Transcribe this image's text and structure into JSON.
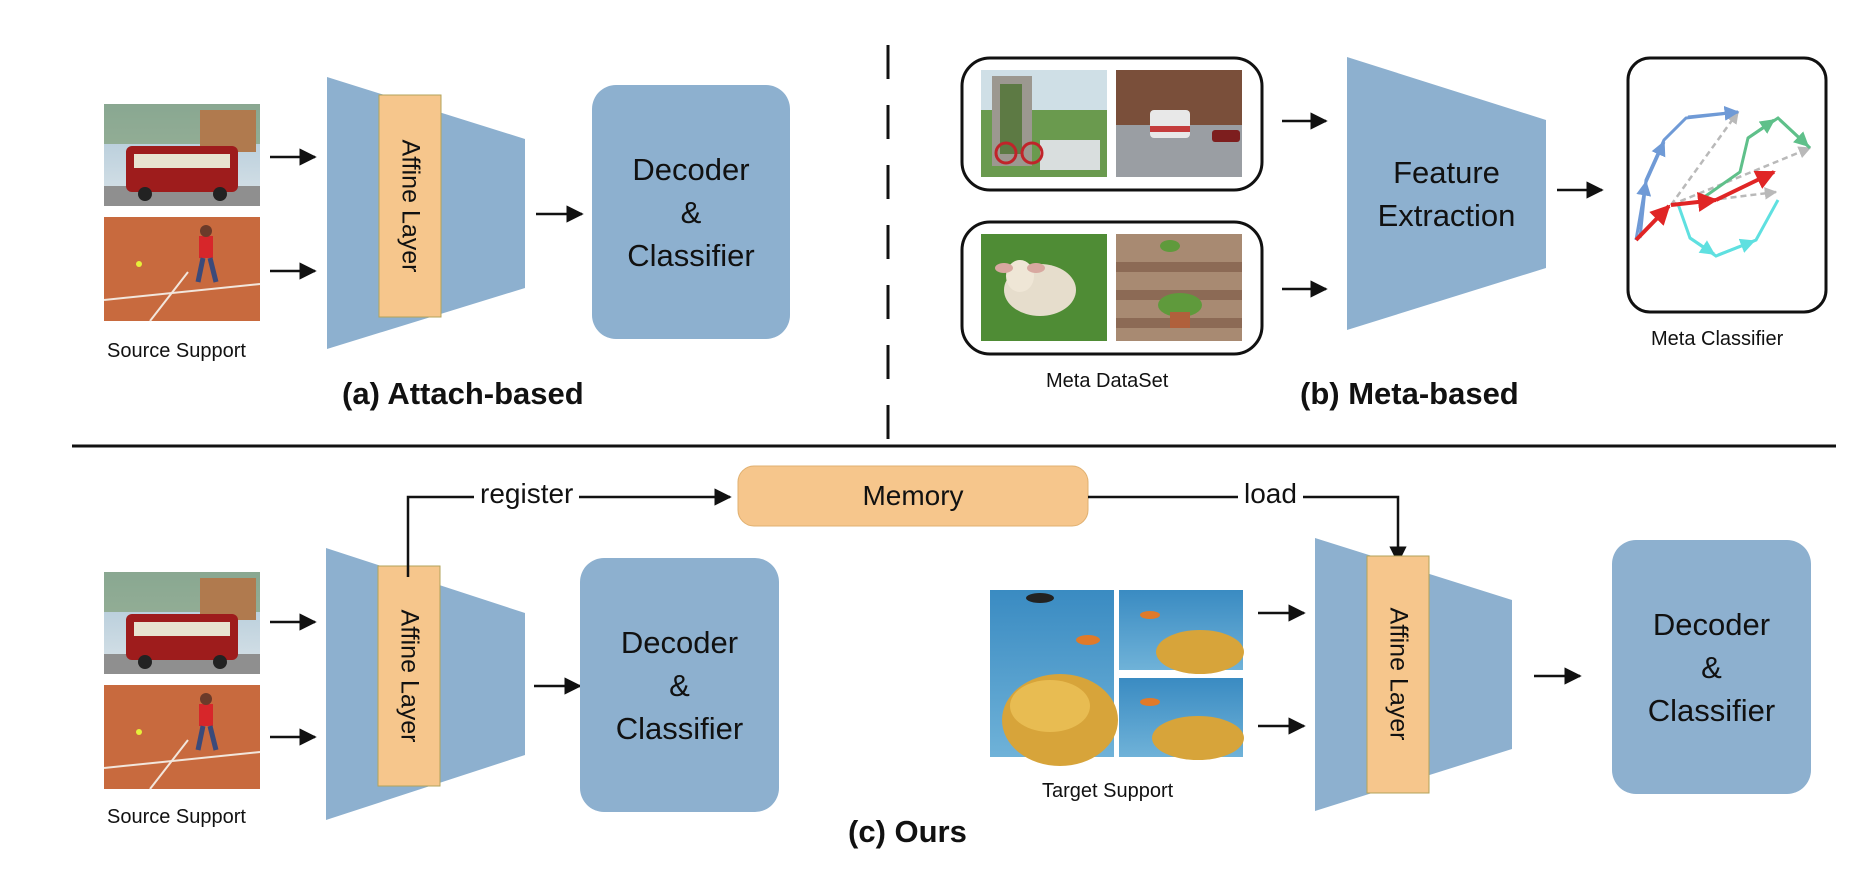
{
  "panel_a": {
    "title": "(a) Attach-based",
    "source_caption": "Source Support",
    "affine_label": "Affine Layer",
    "decoder_line1": "Decoder",
    "decoder_line2": "&",
    "decoder_line3": "Classifier"
  },
  "panel_b": {
    "title": "(b) Meta-based",
    "dataset_caption": "Meta DataSet",
    "feature_line1": "Feature",
    "feature_line2": "Extraction",
    "classifier_caption": "Meta Classifier"
  },
  "panel_c": {
    "title": "(c) Ours",
    "source_caption": "Source Support",
    "target_caption": "Target Support",
    "affine_label_left": "Affine Layer",
    "affine_label_right": "Affine Layer",
    "memory_label": "Memory",
    "register_label": "register",
    "load_label": "load",
    "decoder_left_line1": "Decoder",
    "decoder_left_line2": "&",
    "decoder_left_line3": "Classifier",
    "decoder_right_line1": "Decoder",
    "decoder_right_line2": "&",
    "decoder_right_line3": "Classifier"
  },
  "colors": {
    "blue": "#8db0cf",
    "orange": "#f6c68c",
    "line": "#111111",
    "meta_blue": "#6f9ad6",
    "meta_red": "#e02525",
    "meta_green": "#5fc08a",
    "meta_cyan": "#5fe0e0",
    "meta_gray": "#b9b9b9"
  }
}
